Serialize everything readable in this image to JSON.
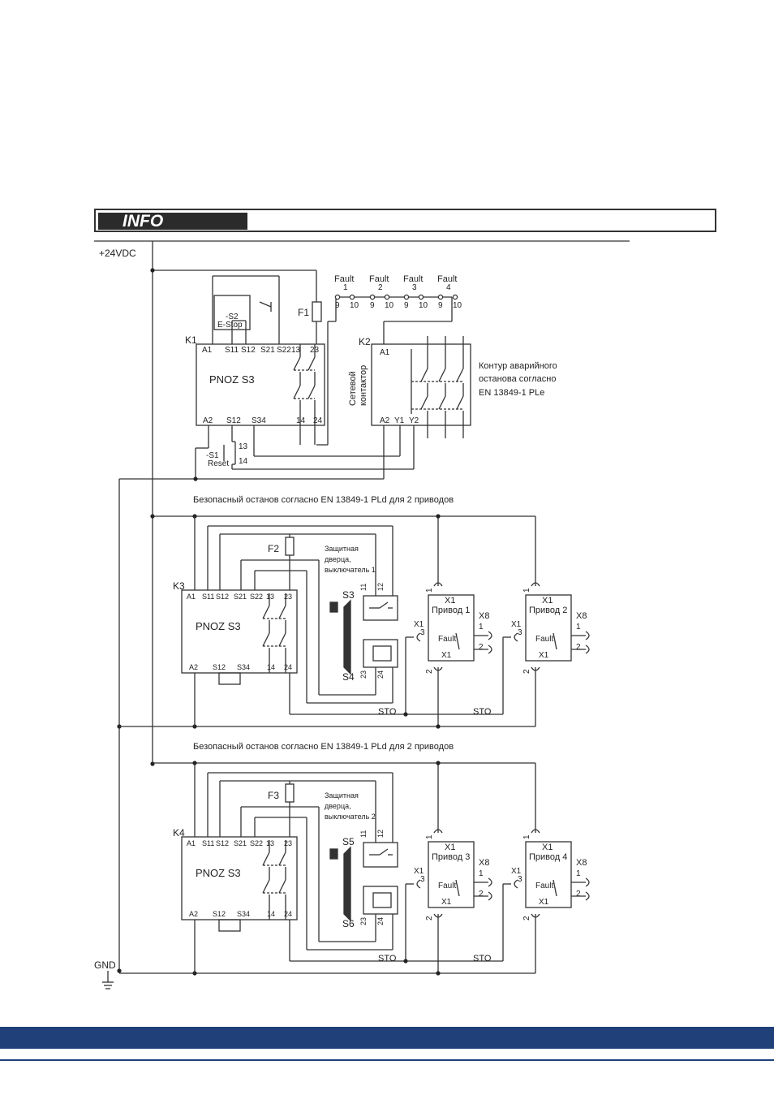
{
  "header": {
    "info_label": "INFO"
  },
  "supply": {
    "plus": "+24VDC",
    "gnd": "GND"
  },
  "top": {
    "k1": "K1",
    "k2": "K2",
    "f1": "F1",
    "relay_name": "PNOZ S3",
    "estop": {
      "ref": "-S2",
      "label": "E-Stop"
    },
    "reset": {
      "ref": "-S1",
      "label": "Reset",
      "t13": "13",
      "t14": "14"
    },
    "k1_top_pins": [
      "A1",
      "S11",
      "S12",
      "S21",
      "S22",
      "13",
      "23"
    ],
    "k1_bottom_pins": [
      "A2",
      "S12",
      "S34",
      "14",
      "24"
    ],
    "contactor_label_1": "Сетевой",
    "contactor_label_2": "контактор",
    "k2_pins": {
      "a1": "A1",
      "a2": "A2",
      "y1": "Y1",
      "y2": "Y2"
    },
    "faults": [
      {
        "label": "Fault",
        "num": "1",
        "p1": "9",
        "p2": "10"
      },
      {
        "label": "Fault",
        "num": "2",
        "p1": "9",
        "p2": "10"
      },
      {
        "label": "Fault",
        "num": "3",
        "p1": "9",
        "p2": "10"
      },
      {
        "label": "Fault",
        "num": "4",
        "p1": "9",
        "p2": "10"
      }
    ],
    "note": [
      "Контур аварийного",
      "останова согласно",
      "EN 13849-1 PLe"
    ]
  },
  "sections": [
    {
      "caption": "Безопасный останов согласно EN 13849-1 PLd для 2 приводов",
      "relay": "K3",
      "relay_name": "PNOZ S3",
      "fuse": "F2",
      "door": [
        "Защитная",
        "дверца,",
        "выключатель 1"
      ],
      "switch_a": "S3",
      "switch_b": "S4",
      "pins_top": [
        "A1",
        "S11",
        "S12",
        "S21",
        "S22",
        "13",
        "23"
      ],
      "pins_bottom": [
        "A2",
        "S12",
        "S34",
        "14",
        "24"
      ],
      "sw_pins": [
        "11",
        "12",
        "23",
        "24"
      ],
      "drives": [
        {
          "x1": "X1",
          "name": "Привод 1",
          "fault": "Fault",
          "x1b": "X1",
          "x8": "X8"
        },
        {
          "x1": "X1",
          "name": "Привод 2",
          "fault": "Fault",
          "x1b": "X1",
          "x8": "X8"
        }
      ],
      "sto": "STO"
    },
    {
      "caption": "Безопасный останов согласно EN 13849-1 PLd для 2 приводов",
      "relay": "K4",
      "relay_name": "PNOZ S3",
      "fuse": "F3",
      "door": [
        "Защитная",
        "дверца,",
        "выключатель 2"
      ],
      "switch_a": "S5",
      "switch_b": "S6",
      "pins_top": [
        "A1",
        "S11",
        "S12",
        "S21",
        "S22",
        "13",
        "23"
      ],
      "pins_bottom": [
        "A2",
        "S12",
        "S34",
        "14",
        "24"
      ],
      "sw_pins": [
        "11",
        "12",
        "23",
        "24"
      ],
      "drives": [
        {
          "x1": "X1",
          "name": "Привод 3",
          "fault": "Fault",
          "x1b": "X1",
          "x8": "X8"
        },
        {
          "x1": "X1",
          "name": "Привод 4",
          "fault": "Fault",
          "x1b": "X1",
          "x8": "X8"
        }
      ],
      "sto": "STO"
    }
  ],
  "drive_pins": {
    "p1": "1",
    "p2": "2",
    "p3": "3"
  },
  "colors": {
    "footer": "#1f4079",
    "line": "#333333"
  }
}
